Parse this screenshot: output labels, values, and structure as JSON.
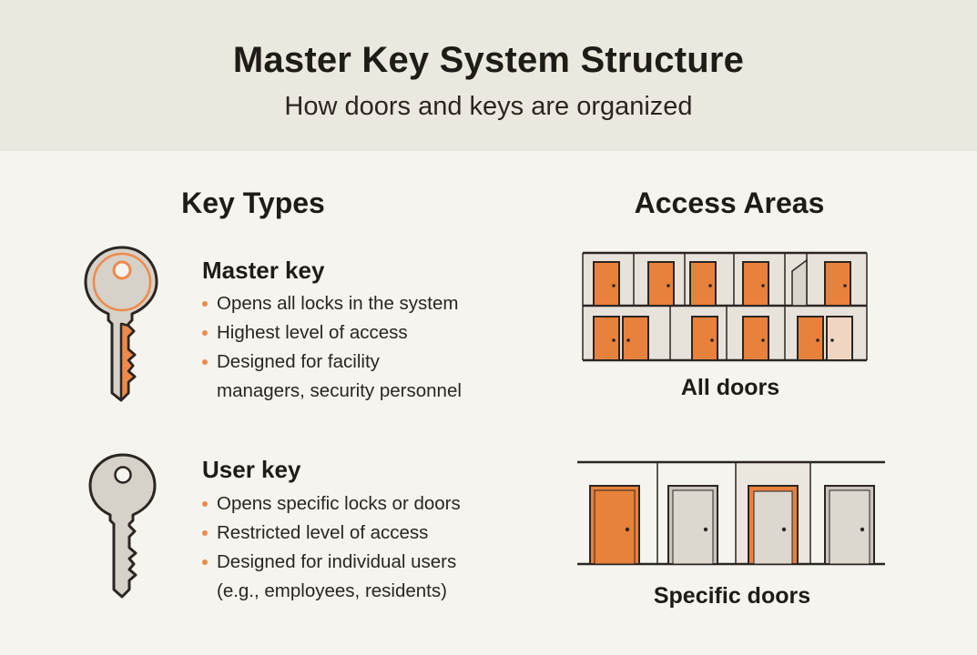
{
  "header": {
    "title": "Master Key System Structure",
    "subtitle": "How doors and keys are organized"
  },
  "columns": {
    "key_types_heading": "Key Types",
    "access_areas_heading": "Access Areas"
  },
  "master_key": {
    "name": "Master key",
    "bullets": [
      "Opens all locks in the system",
      "Highest level of access",
      "Designed for facility",
      "managers, security personnel"
    ]
  },
  "user_key": {
    "name": "User key",
    "bullets": [
      "Opens specific locks or doors",
      "Restricted level of access",
      "Designed for individual users",
      "(e.g., employees, residents)"
    ]
  },
  "areas": {
    "all_doors_caption": "All doors",
    "specific_doors_caption": "Specific doors"
  },
  "colors": {
    "accent_orange": "#ee8a4a",
    "door_orange": "#e8813c",
    "door_gray": "#d9d4cc",
    "outline": "#2b2622",
    "header_bg": "#ebe8e0",
    "page_bg": "#f6f4ef"
  }
}
